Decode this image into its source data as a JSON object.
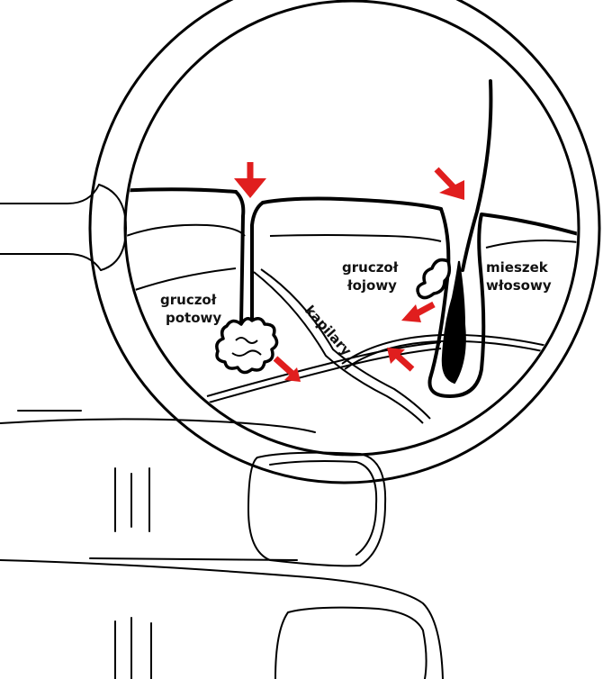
{
  "labels": {
    "sweat_gland_line1": "gruczoł",
    "sweat_gland_line2": "potowy",
    "sebaceous_gland_line1": "gruczoł",
    "sebaceous_gland_line2": "łojowy",
    "hair_follicle_line1": "mieszek",
    "hair_follicle_line2": "włosowy",
    "capillaries": "kapilary"
  },
  "colors": {
    "ink": "#000000",
    "arrow": "#e01e1e",
    "background": "#ffffff"
  }
}
